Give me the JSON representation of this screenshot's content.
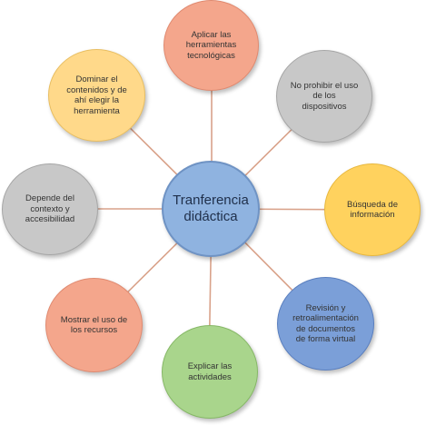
{
  "center": {
    "label": "Tranferencia didáctica",
    "fill": "#8fb3e0",
    "stroke": "#6f93c4"
  },
  "connector_color": "#d9a28a",
  "nodes": [
    {
      "id": "top",
      "label": "Aplicar las herramientas tecnológicas",
      "fill": "#f4a68c",
      "stroke": "#e08a70"
    },
    {
      "id": "top-right",
      "label": "No prohibir el uso de los dispositivos",
      "fill": "#c8c8c8",
      "stroke": "#a6a6a6"
    },
    {
      "id": "right",
      "label": "Búsqueda de información",
      "fill": "#ffd25e",
      "stroke": "#e8b83e"
    },
    {
      "id": "bottom-right",
      "label": "Revisión y retroalimentación de documentos de forma virtual",
      "fill": "#7b9fd8",
      "stroke": "#5a7fbf"
    },
    {
      "id": "bottom",
      "label": "Explicar las actividades",
      "fill": "#a9d58c",
      "stroke": "#86b866"
    },
    {
      "id": "bottom-left",
      "label": "Mostrar el uso de los recursos",
      "fill": "#f4a68c",
      "stroke": "#e08a70"
    },
    {
      "id": "left",
      "label": "Depende del contexto y accesibilidad",
      "fill": "#c8c8c8",
      "stroke": "#a6a6a6"
    },
    {
      "id": "top-left",
      "label": "Dominar el contenidos y de ahí elegir la herramienta",
      "fill": "#ffd98a",
      "stroke": "#e8be62"
    }
  ]
}
